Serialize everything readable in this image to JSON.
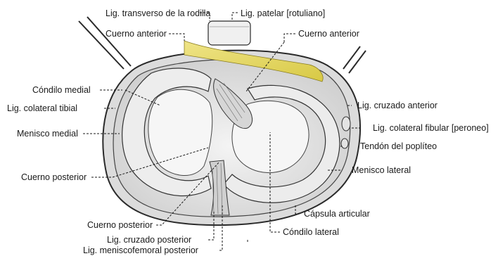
{
  "labels": {
    "lig_transverso": "Lig. transverso de la rodilla",
    "lig_patelar": "Lig. patelar [rotuliano]",
    "cuerno_anterior_medial": "Cuerno anterior",
    "cuerno_anterior_lateral": "Cuerno anterior",
    "condilo_medial": "Cóndilo medial",
    "lig_colateral_tibial": "Lig. colateral tibial",
    "menisco_medial": "Menisco medial",
    "cuerno_posterior_medial": "Cuerno posterior",
    "lig_cruzado_anterior": "Lig. cruzado anterior",
    "lig_colateral_fibular": "Lig. colateral fibular [peroneo]",
    "tendon_popliteo": "Tendón del poplíteo",
    "menisco_lateral": "Menisco lateral",
    "capsula_articular": "Cápsula articular",
    "condilo_lateral": "Cóndilo lateral",
    "cuerno_posterior_lateral": "Cuerno posterior",
    "lig_cruzado_posterior": "Lig. cruzado posterior",
    "lig_meniscofemoral": "Lig. meniscofemoral posterior"
  },
  "colors": {
    "ligament_yellow": "#e3d65a",
    "outline": "#2a2a2a",
    "cartilage": "#e9e9e9"
  }
}
